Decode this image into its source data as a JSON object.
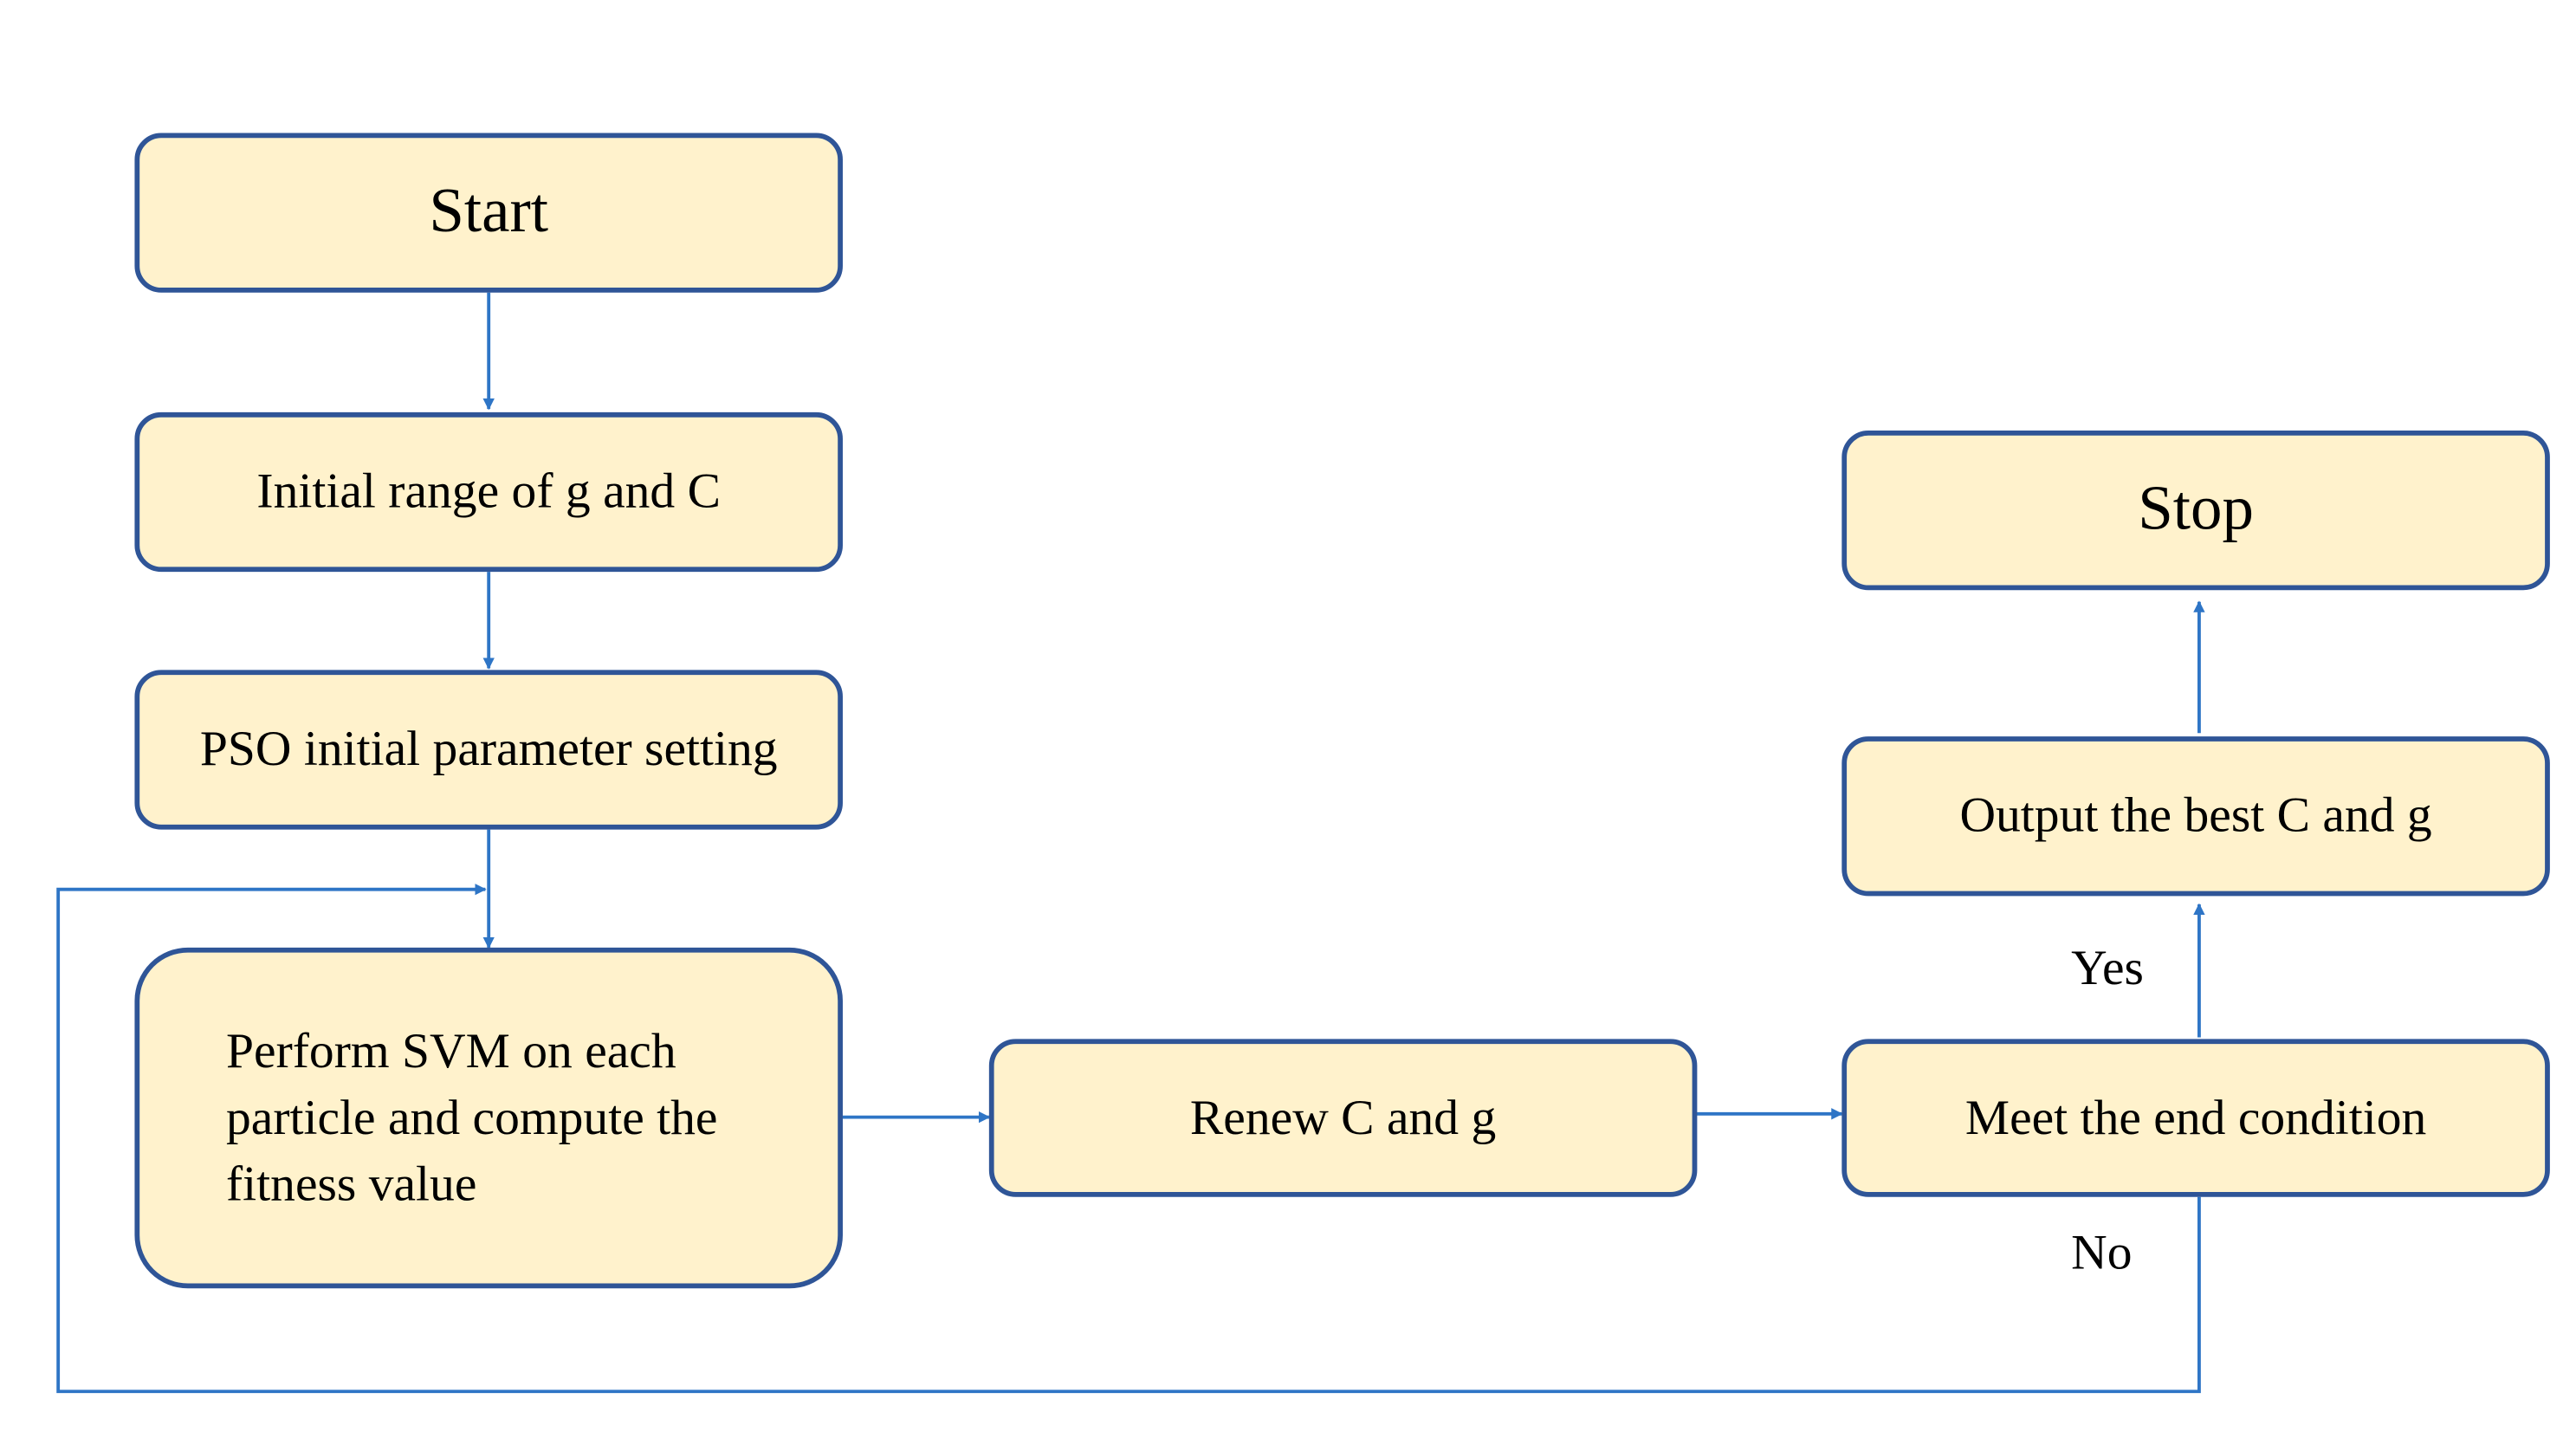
{
  "nodes": {
    "start": {
      "label": "Start"
    },
    "initial_range": {
      "label": "Initial range of g and C"
    },
    "pso_setting": {
      "label": "PSO initial parameter setting"
    },
    "perform_svm": {
      "lines": [
        "Perform SVM on each",
        "particle and compute the",
        "fitness value"
      ]
    },
    "renew": {
      "label": "Renew C and g"
    },
    "end_condition": {
      "label": "Meet the end condition"
    },
    "output_best": {
      "label": "Output the best C and g"
    },
    "stop": {
      "label": "Stop"
    }
  },
  "edge_labels": {
    "yes": "Yes",
    "no": "No"
  },
  "colors": {
    "box_fill": "#fff2cc",
    "box_border": "#2f5597",
    "connector": "#2e75c6"
  }
}
